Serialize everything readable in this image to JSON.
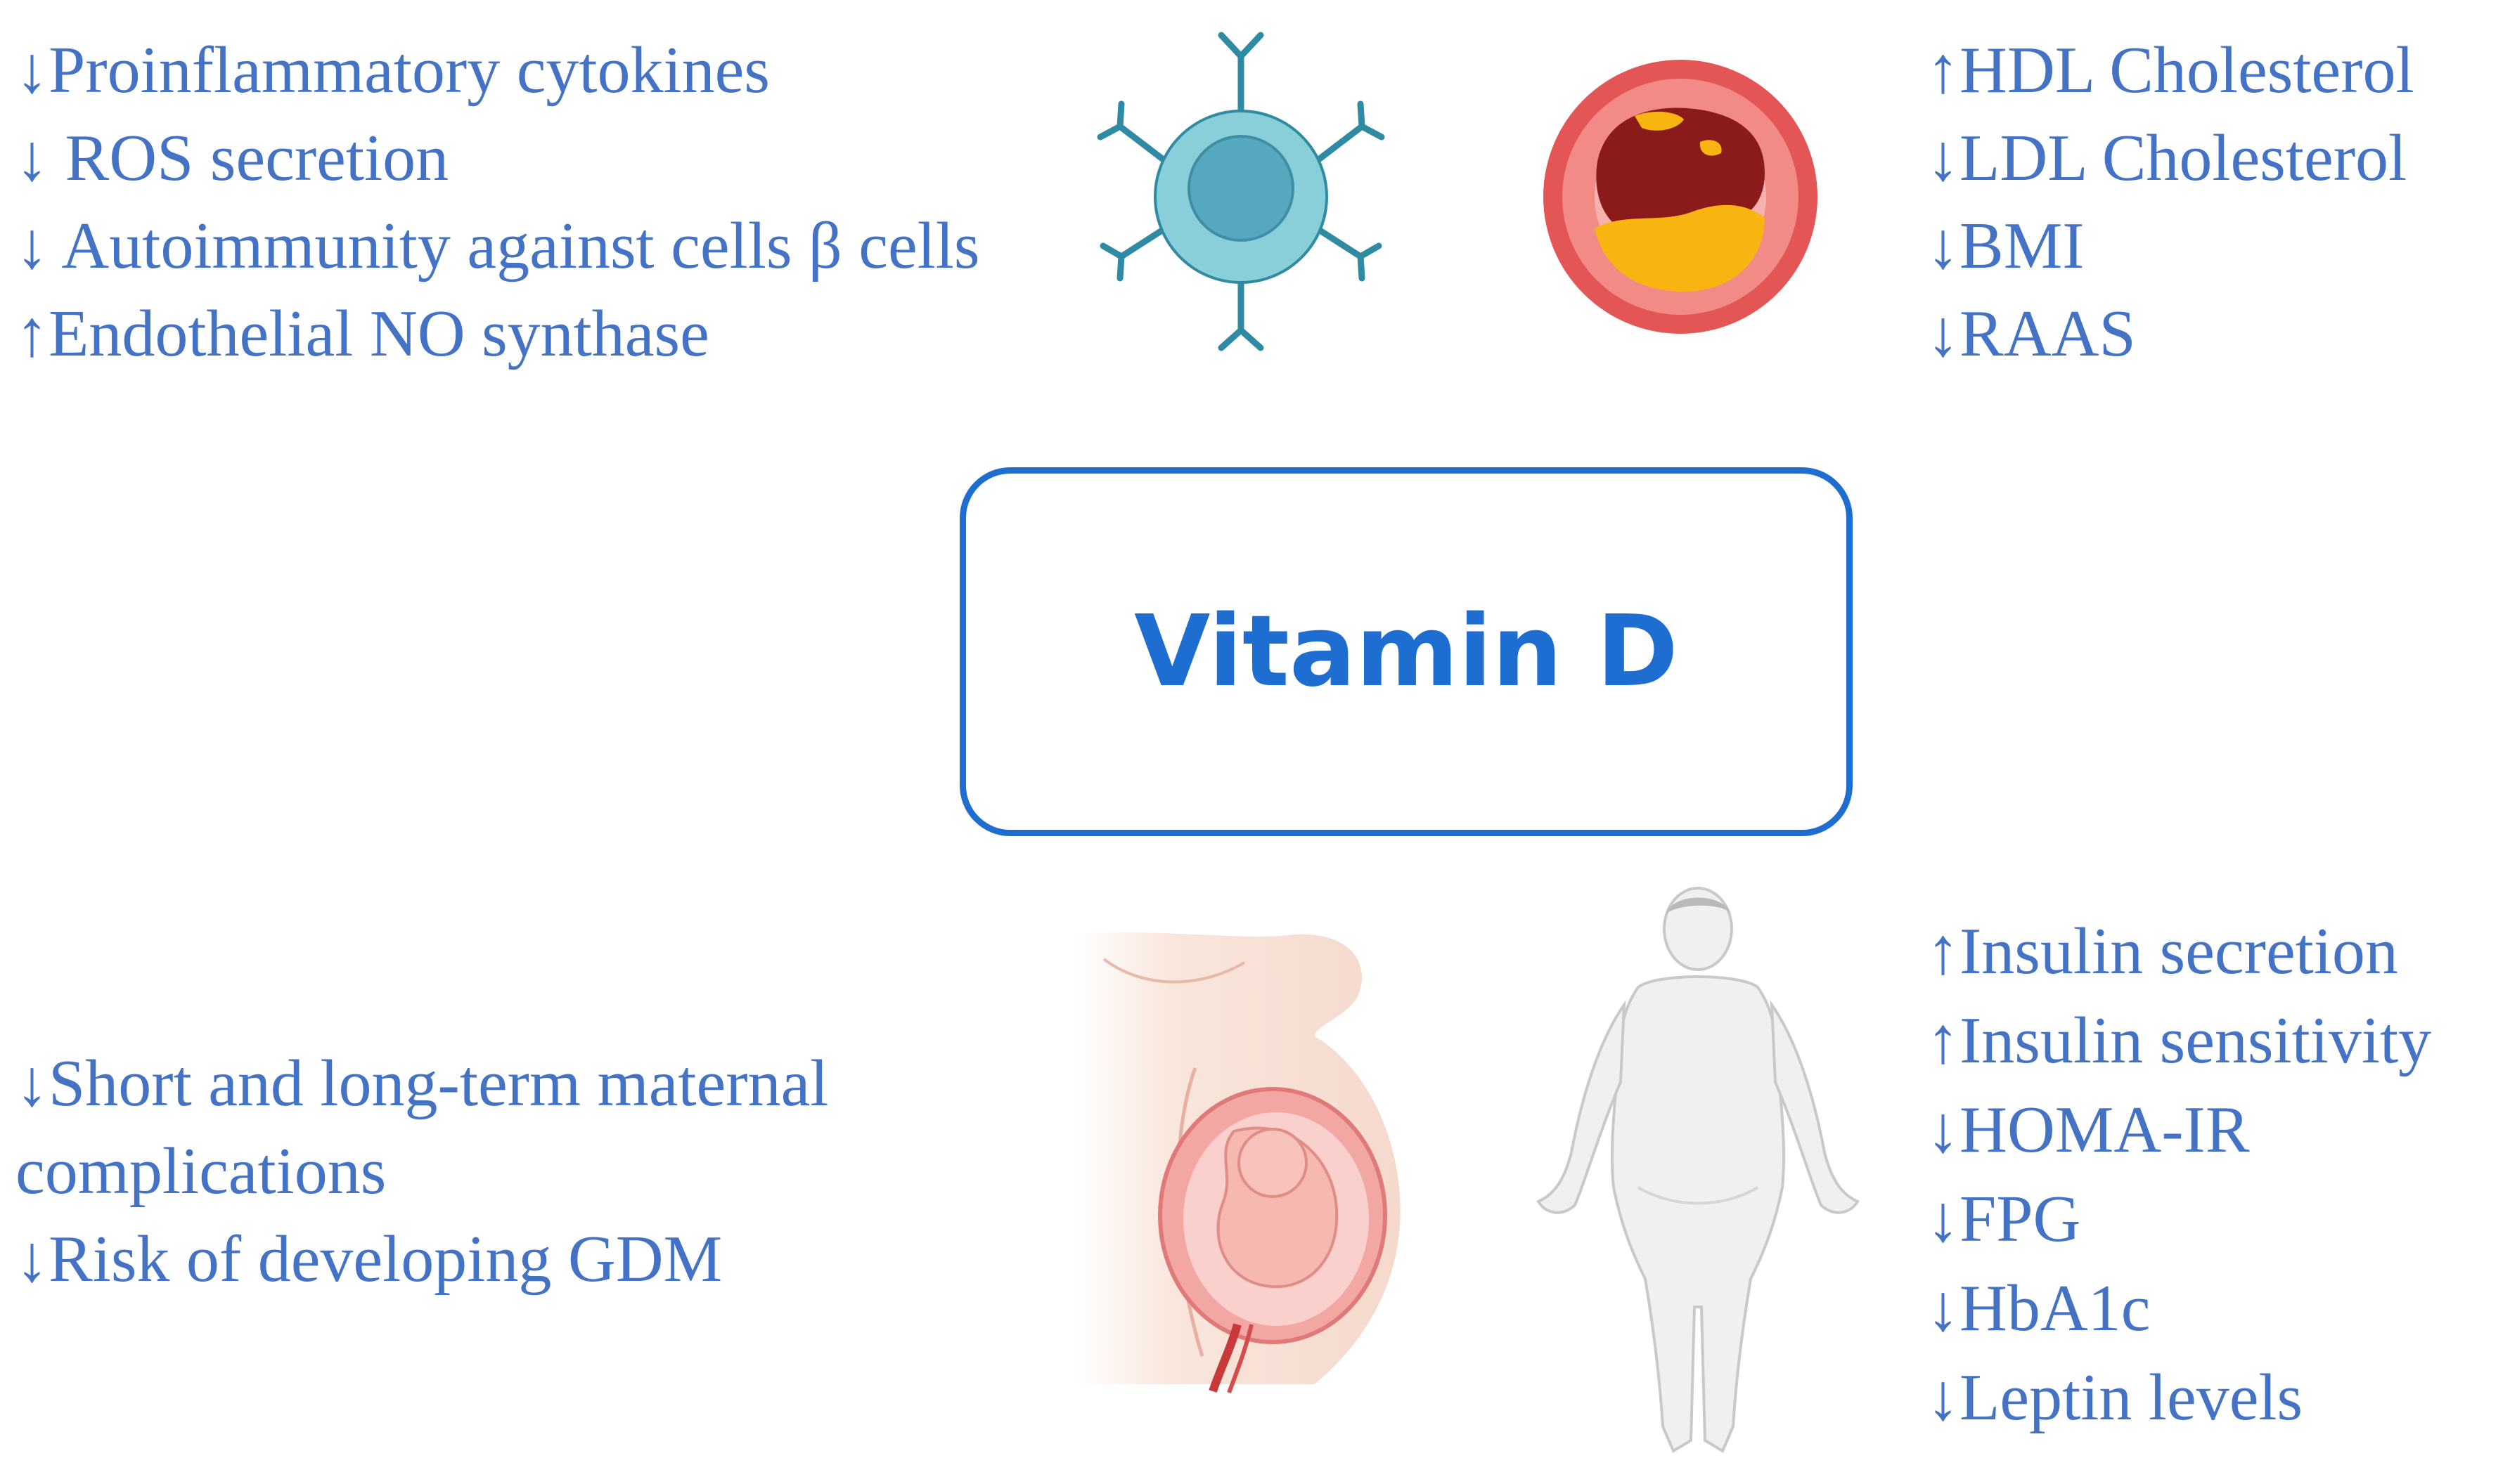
{
  "center": {
    "title": "Vitamin D"
  },
  "immune_effects": [
    "↓Proinflammatory cytokines",
    "↓ ROS secretion",
    "↓ Autoimmunity against cells β cells",
    "↑Endothelial NO synthase"
  ],
  "lipid_effects": [
    "↑HDL Cholesterol",
    "↓LDL Cholesterol",
    "↓BMI",
    "↓RAAS"
  ],
  "pregnancy_effects": [
    "↓Short and long-term maternal",
    "complications",
    "↓Risk of developing GDM"
  ],
  "glycemic_effects": [
    "↑Insulin secretion",
    "↑Insulin sensitivity",
    "↓HOMA-IR",
    "↓FPG",
    "↓HbA1c",
    "↓Leptin levels"
  ],
  "colors": {
    "text": "#4472c4",
    "box_border": "#1e6ed2",
    "cell_body": "#88cfd9",
    "cell_nucleus": "#56a8bf",
    "antibody": "#2f8aa3",
    "artery_outer": "#e45656",
    "artery_wall": "#f28b85",
    "plaque_dark": "#8b1a1a",
    "plaque_yellow": "#f8b512",
    "skin": "#f7e1d7",
    "body_gray": "#eeeeee"
  },
  "illustrations": {
    "immune": "immune-cell-icon",
    "artery": "artery-plaque-icon",
    "pregnancy": "pregnant-abdomen-icon",
    "body": "obese-body-icon"
  }
}
